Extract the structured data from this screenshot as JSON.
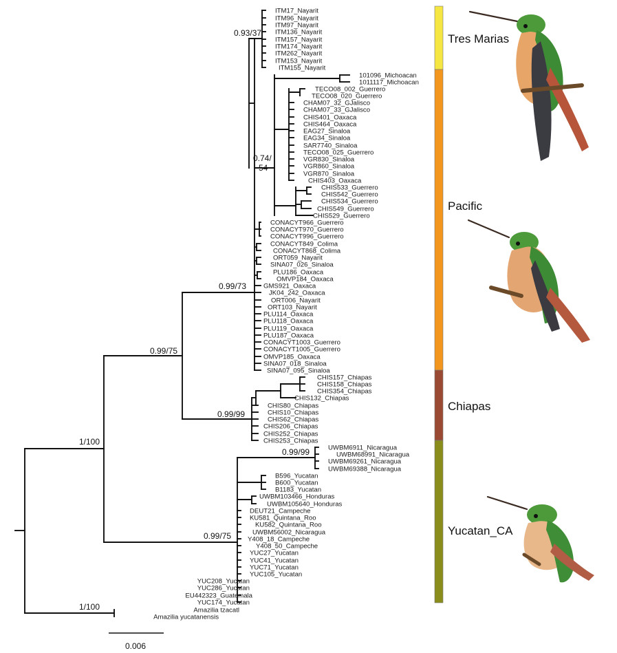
{
  "figure": {
    "clades": [
      {
        "name": "Tres Marias",
        "color": "#f5e642"
      },
      {
        "name": "Pacific",
        "color": "#f2961e"
      },
      {
        "name": "Chiapas",
        "color": "#9a4a32"
      },
      {
        "name": "Yucatan_CA",
        "color": "#8a8c1c"
      }
    ],
    "support": [
      "0.93/37",
      "0.74/",
      "54",
      "0.99/73",
      "0.99/75",
      "0.99/99",
      "1/100",
      "0.99/99",
      "0.99/75",
      "1/100"
    ],
    "scale_label": "0.006",
    "leaves": [
      "ITM17_Nayarit",
      "ITM96_Nayarit",
      "ITM97_Nayarit",
      "ITM136_Nayarit",
      "ITM157_Nayarit",
      "ITM174_Nayarit",
      "ITM262_Nayarit",
      "ITM153_Nayarit",
      "ITM155_Nayarit",
      "101096_Michoacan",
      "1011117_Michoacan",
      "TECO08_002_Guerrero",
      "TECO08_020_Guerrero",
      "CHAM07_32_GJalisco",
      "CHAM07_33_GJalisco",
      "CHIS401_Oaxaca",
      "CHIS464_Oaxaca",
      "EAG27_Sinaloa",
      "EAG34_Sinaloa",
      "SAR7740_Sinaloa",
      "TECO08_025_Guerrero",
      "VGR830_Sinaloa",
      "VGR860_Sinaloa",
      "VGR870_Sinaloa",
      "CHIS403_Oaxaca",
      "CHIS533_Guerrero",
      "CHIS542_Guerrero",
      "CHIS534_Guerrero",
      "CHIS549_Guerrero",
      "CHIS529_Guerrero",
      "CONACYT966_Guerrero",
      "CONACYT970_Guerrero",
      "CONACYT996_Guerrero",
      "CONACYT849_Colima",
      "CONACYT868_Colima",
      "ORT059_Nayarit",
      "SINA07_026_Sinaloa",
      "PLU186_Oaxaca",
      "OMVP184_Oaxaca",
      "GMS921_Oaxaca",
      "JK04_242_Oaxaca",
      "ORT006_Nayarit",
      "ORT103_Nayarit",
      "PLU114_Oaxaca",
      "PLU118_Oaxaca",
      "PLU119_Oaxaca",
      "PLU187_Oaxaca",
      "CONACYT1003_Guerrero",
      "CONACYT1005_Guerrero",
      "OMVP185_Oaxaca",
      "SINA07_018_Sinaloa",
      "SINA07_095_Sinaloa",
      "CHIS157_Chiapas",
      "CHIS158_Chiapas",
      "CHIS354_Chiapas",
      "CHIS132_Chiapas",
      "CHIS80_Chiapas",
      "CHIS10_Chiapas",
      "CHIS62_Chiapas",
      "CHIS206_Chiapas",
      "CHIS252_Chiapas",
      "CHIS253_Chiapas",
      "UWBM6911_Nicaragua",
      "UWBM68991_Nicaragua",
      "UWBM69261_Nicaragua",
      "UWBM69388_Nicaragua",
      "B596_Yucatan",
      "B600_Yucatan",
      "B1183_Yucatan",
      "UWBM103466_Honduras",
      "UWBM105640_Honduras",
      "DEUT21_Campeche",
      "KU581_Quintana_Roo",
      "KU582_Quintana_Roo",
      "UWBM56002_Nicaragua",
      "Y408_18_Campeche",
      "Y408_50_Campeche",
      "YUC27_Yucatan",
      "YUC41_Yucatan",
      "YUC71_Yucatan",
      "YUC105_Yucatan",
      "YUC208_Yucatan",
      "YUC286_Yucatan",
      "EU442323_Guatemala",
      "YUC174_Yucatan",
      "Amazilia tzacatl",
      "Amazilia yucatanensis"
    ]
  }
}
